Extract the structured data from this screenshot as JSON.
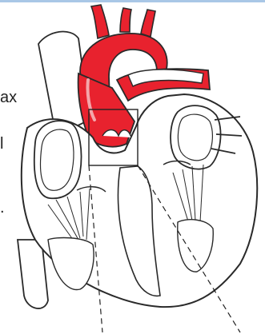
{
  "figure": {
    "description_free": true,
    "colors": {
      "background": "#ffffff",
      "outline": "#2a2a2a",
      "aorta_fill": "#e8222e",
      "highlight": "#f4a6aa",
      "top_border": "#a9c7e6"
    },
    "text_fragments": [
      {
        "id": "frag1",
        "text": "ax"
      },
      {
        "id": "frag2",
        "text": "l"
      },
      {
        "id": "frag3",
        "text": "."
      }
    ]
  }
}
